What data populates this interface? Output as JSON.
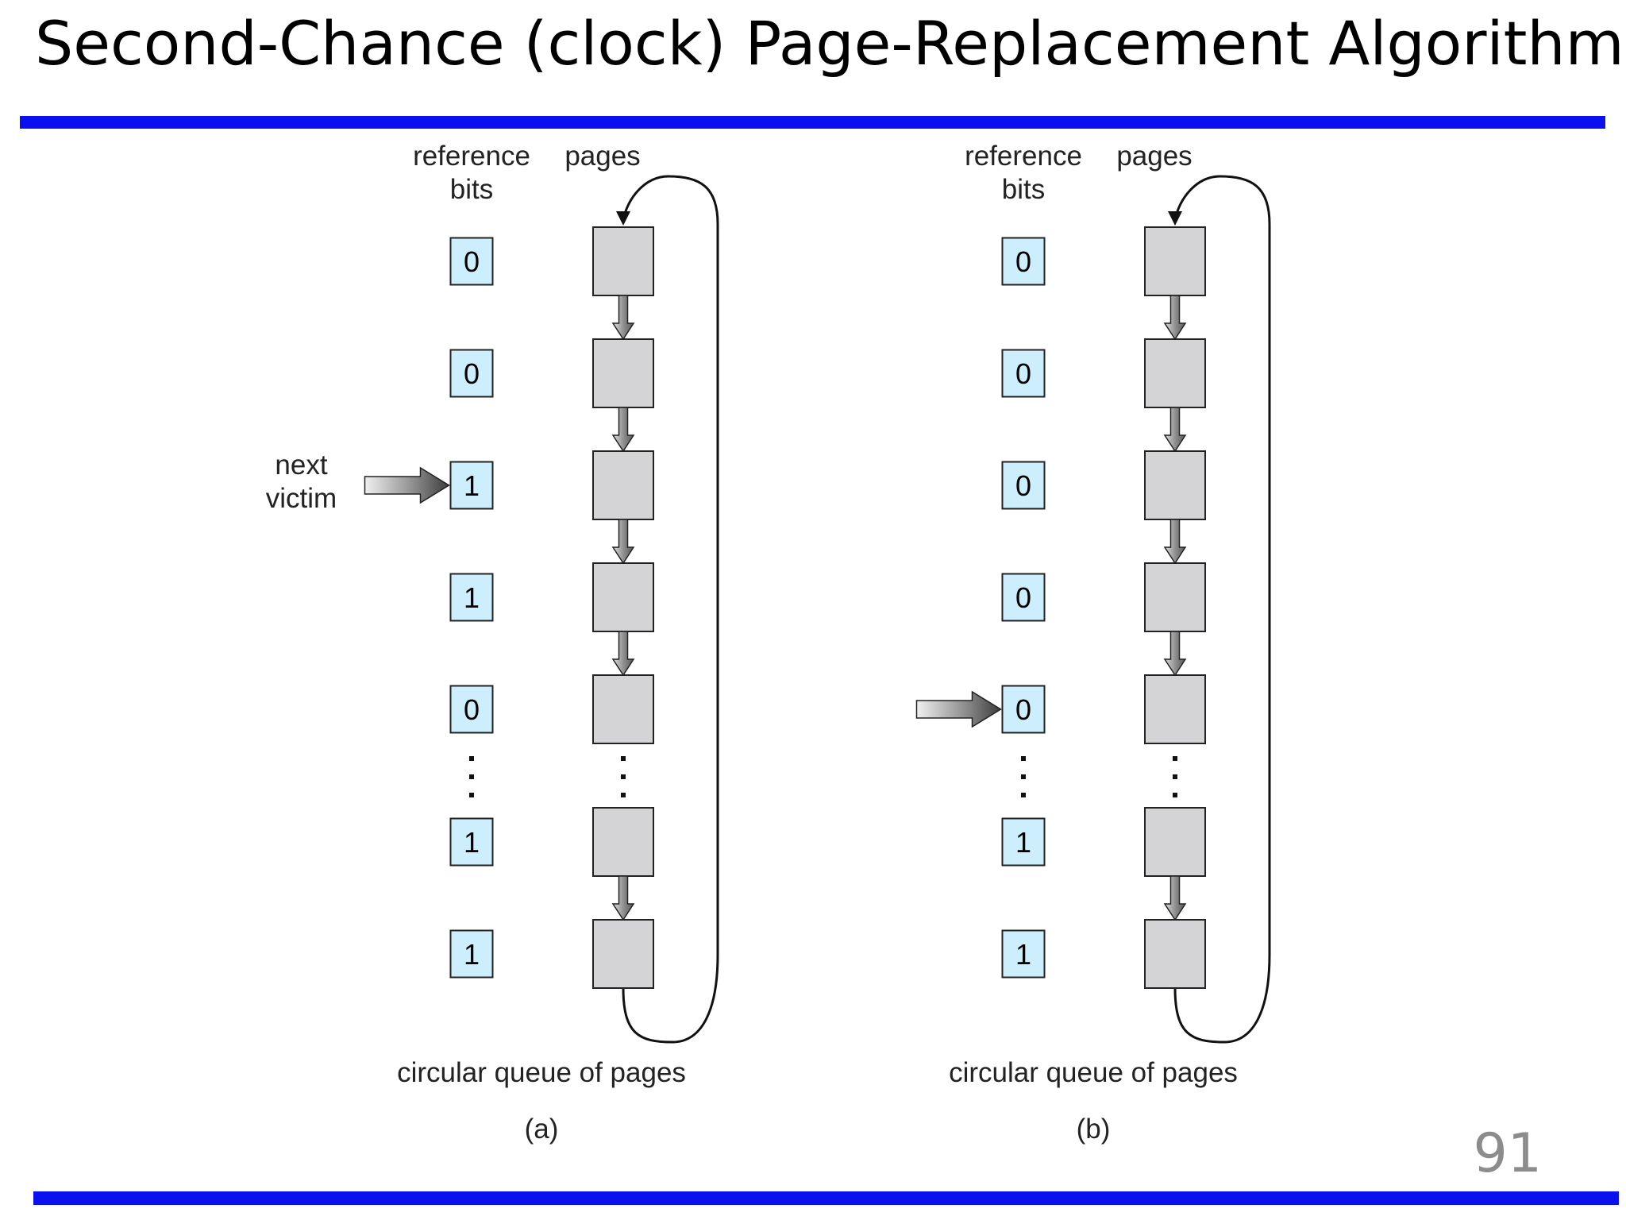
{
  "slide": {
    "title": "Second-Chance (clock) Page-Replacement Algorithm",
    "page_number": "91"
  },
  "colors": {
    "rule": "#0a10ee",
    "bit_fill": "#cdeefc",
    "page_fill": "#d4d4d6",
    "page_number": "#8c8c8c"
  },
  "panels": [
    {
      "id": "a",
      "caption": "(a)",
      "header_bits_line1": "reference",
      "header_bits_line2": "bits",
      "header_pages": "pages",
      "queue_label": "circular queue of pages",
      "pointer_label_line1": "next",
      "pointer_label_line2": "victim",
      "pointer_at_index": 2,
      "bits": [
        "0",
        "0",
        "1",
        "1",
        "0",
        "1",
        "1"
      ]
    },
    {
      "id": "b",
      "caption": "(b)",
      "header_bits_line1": "reference",
      "header_bits_line2": "bits",
      "header_pages": "pages",
      "queue_label": "circular queue of pages",
      "pointer_label_line1": "",
      "pointer_label_line2": "",
      "pointer_at_index": 4,
      "bits": [
        "0",
        "0",
        "0",
        "0",
        "0",
        "1",
        "1"
      ]
    }
  ]
}
